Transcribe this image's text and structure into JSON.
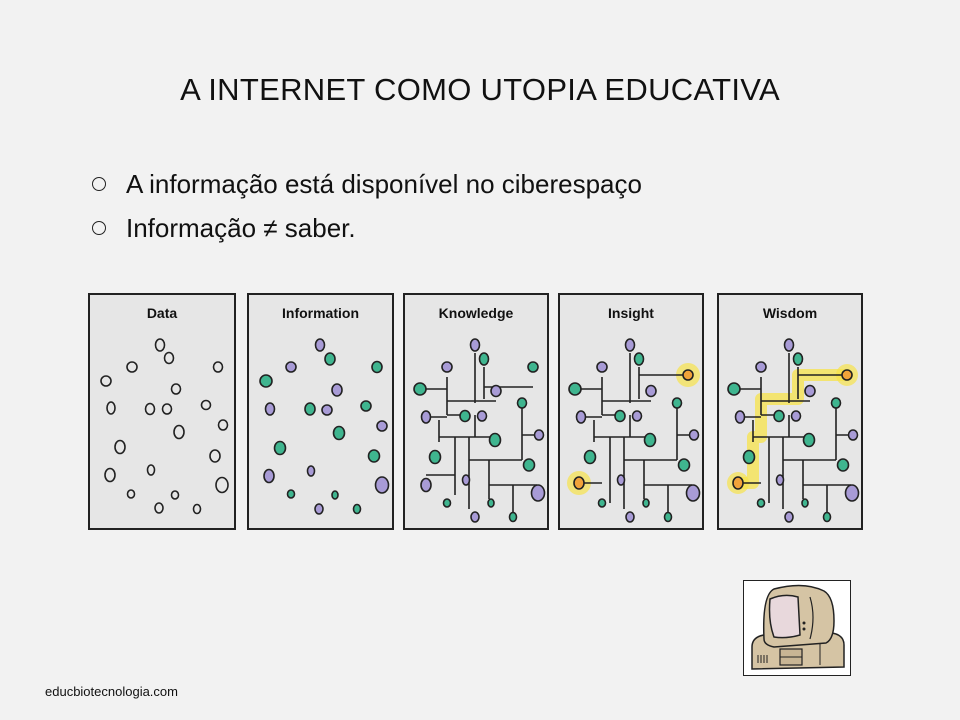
{
  "slide": {
    "title": "A INTERNET COMO UTOPIA EDUCATIVA",
    "bullets": [
      {
        "text": "A informação está disponível no ciberespaço"
      },
      {
        "text": "Informação ≠ saber."
      }
    ],
    "panels": [
      {
        "label": "Data"
      },
      {
        "label": "Information"
      },
      {
        "label": "Knowledge"
      },
      {
        "label": "Insight"
      },
      {
        "label": "Wisdom"
      }
    ],
    "footer": "educbiotecnologia.com",
    "colors": {
      "background": "#f2f2f2",
      "panel": "#e6e6e6",
      "purple": "#a89bd6",
      "green": "#3fb58f",
      "highlight": "#f7e34a",
      "orange": "#f2a33a"
    }
  }
}
